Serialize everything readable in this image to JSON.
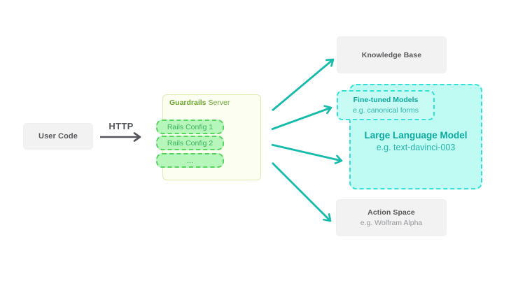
{
  "diagram": {
    "user_code": {
      "label": "User Code"
    },
    "http_arrow": {
      "label": "HTTP"
    },
    "guardrails_server": {
      "title_bold": "Guardrails",
      "title_regular": "Server",
      "rails_configs": [
        "Rails Config 1",
        "Rails Config 2",
        "..."
      ]
    },
    "knowledge_base": {
      "label": "Knowledge Base"
    },
    "fine_tuned_models": {
      "title": "Fine-tuned Models",
      "subtitle": "e.g. canonical forms"
    },
    "large_language_model": {
      "title": "Large Language Model",
      "subtitle": "e.g. text-davinci-003"
    },
    "action_space": {
      "title": "Action Space",
      "subtitle": "e.g. Wolfram Alpha"
    }
  },
  "colors": {
    "arrow_teal": "#16bcab",
    "arrow_gray": "#55565a",
    "cyan_border": "#35e0d4",
    "cyan_fill": "#c0fbf3",
    "teal_text_bold": "#0ca99d",
    "teal_text_regular": "#2cb9ad",
    "green_pill_fill": "#b7f6ba",
    "green_pill_border": "#55d45f",
    "green_pill_text": "#35b45a",
    "server_fill": "#fcfef2",
    "server_border": "#dcecae",
    "server_title_text": "#6aa62e",
    "gray_box_fill": "#f2f2f3",
    "dark_text": "#57585a",
    "muted_text": "#94979a"
  }
}
